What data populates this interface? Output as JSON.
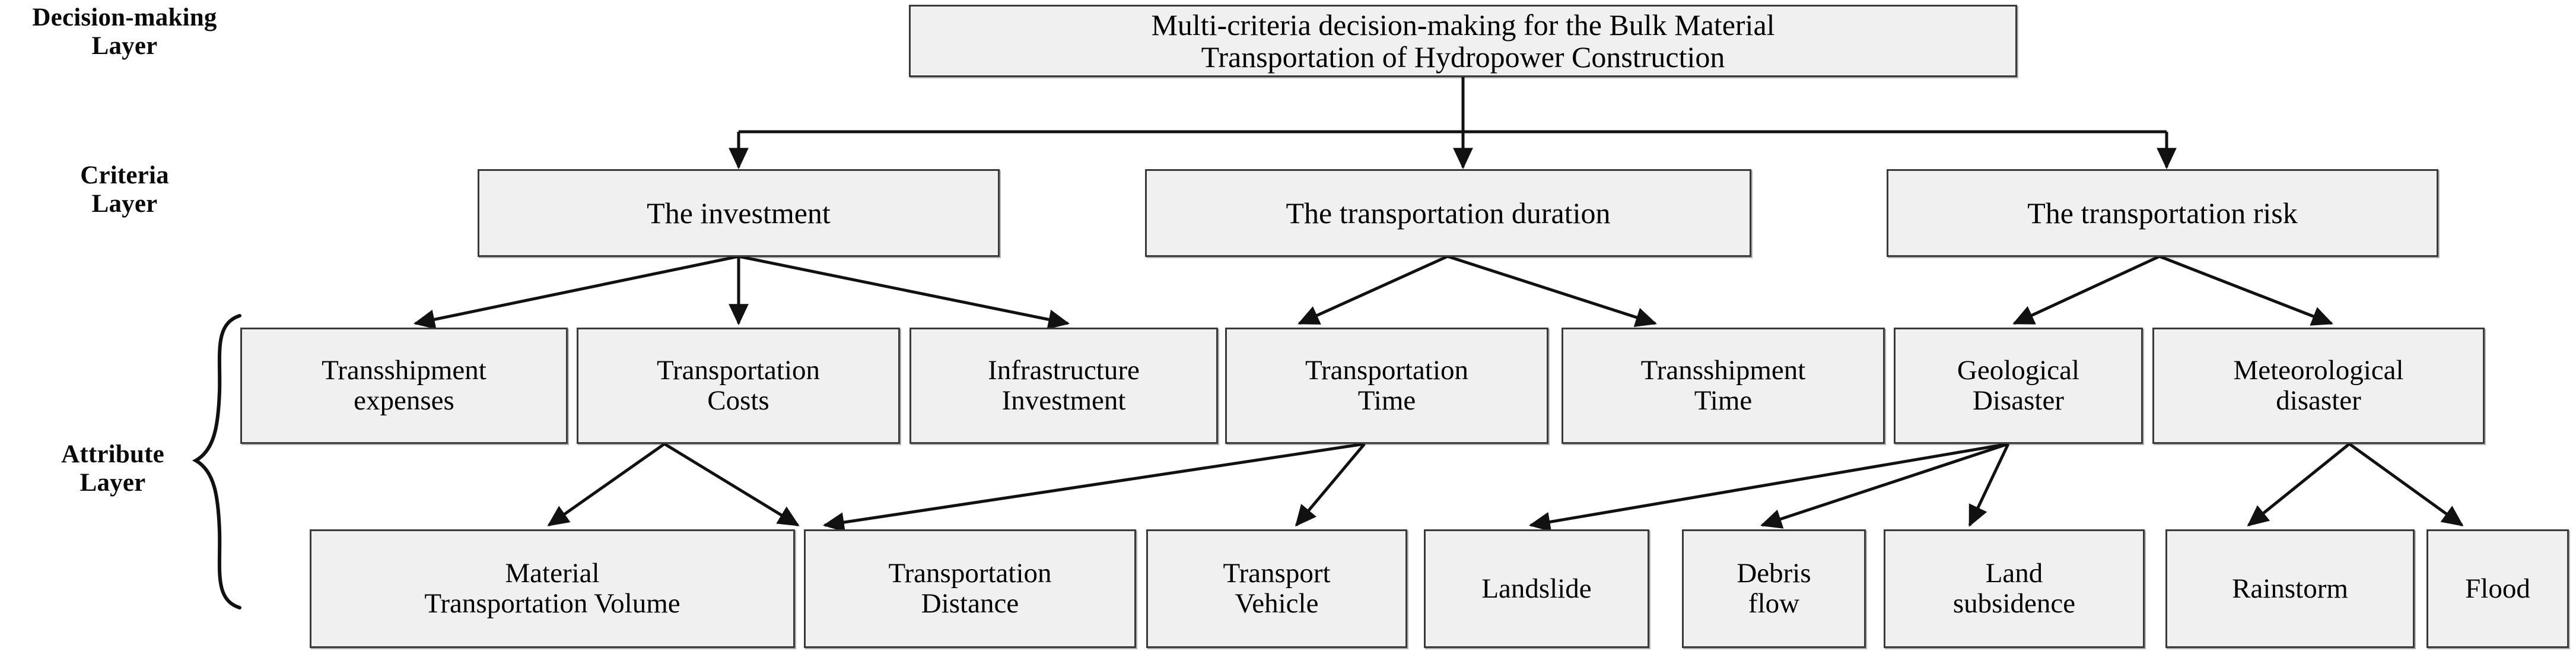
{
  "diagram": {
    "title_text": "Multi-criteria decision-making for the Bulk Material Transportation of Hydropower Construction",
    "box_fill": "#f0f0f0",
    "box_border": "#3a3a3a",
    "line_color": "#111111",
    "layers": [
      {
        "id": "decision",
        "label": "Decision-making\nLayer"
      },
      {
        "id": "criteria",
        "label": "Criteria\nLayer"
      },
      {
        "id": "attribute",
        "label": "Attribute\nLayer"
      }
    ],
    "root": {
      "label": "Multi-criteria decision-making for the Bulk Material\nTransportation of Hydropower Construction"
    },
    "criteria": [
      {
        "id": "investment",
        "label": "The  investment"
      },
      {
        "id": "duration",
        "label": "The transportation duration"
      },
      {
        "id": "risk",
        "label": "The  transportation risk"
      }
    ],
    "attributes": [
      {
        "id": "transshipment-expenses",
        "label": "Transshipment\nexpenses"
      },
      {
        "id": "transportation-costs",
        "label": "Transportation\nCosts"
      },
      {
        "id": "infrastructure-investment",
        "label": "Infrastructure\nInvestment"
      },
      {
        "id": "transportation-time",
        "label": "Transportation\nTime"
      },
      {
        "id": "transshipment-time",
        "label": "Transshipment\nTime"
      },
      {
        "id": "geological-disaster",
        "label": "Geological\nDisaster"
      },
      {
        "id": "meteorological-disaster",
        "label": "Meteorological\ndisaster"
      }
    ],
    "sub_attributes": [
      {
        "id": "material-transportation-volume",
        "label": "Material\nTransportation Volume"
      },
      {
        "id": "transportation-distance",
        "label": "Transportation\nDistance"
      },
      {
        "id": "transport-vehicle",
        "label": "Transport\nVehicle"
      },
      {
        "id": "landslide",
        "label": "Landslide"
      },
      {
        "id": "debris-flow",
        "label": "Debris\nflow"
      },
      {
        "id": "land-subsidence",
        "label": "Land\nsubsidence"
      },
      {
        "id": "rainstorm",
        "label": "Rainstorm"
      },
      {
        "id": "flood",
        "label": "Flood"
      }
    ]
  }
}
